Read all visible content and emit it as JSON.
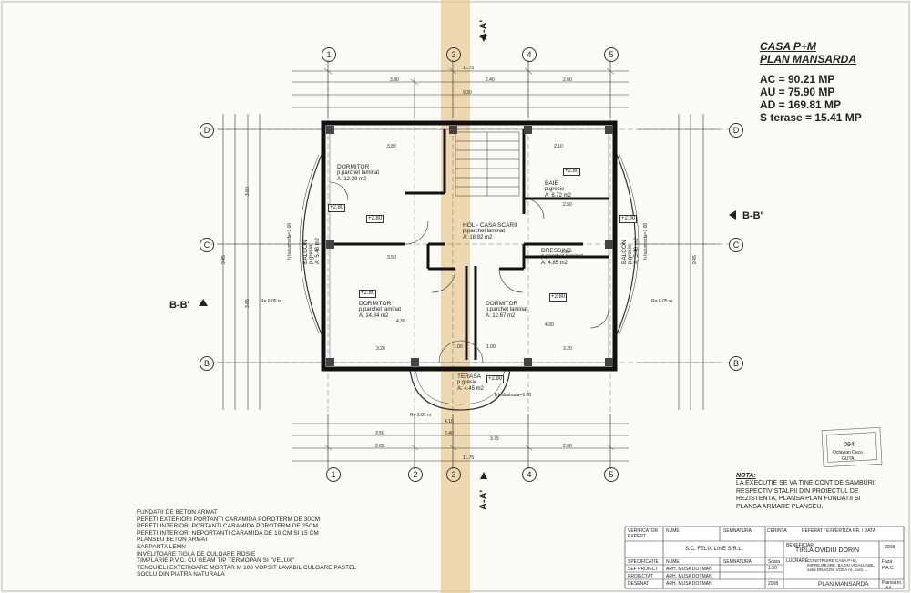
{
  "title": {
    "line1": "CASA  P+M",
    "line2": "PLAN MANSARDA",
    "ac": "AC =   90.21 MP",
    "au": "AU =   75.90 MP",
    "ad": "AD = 169.81 MP",
    "st": "S terase = 15.41 MP"
  },
  "axes": {
    "cols": [
      "1",
      "2",
      "3",
      "4",
      "5"
    ],
    "rows": [
      "D",
      "C",
      "B"
    ]
  },
  "sections": {
    "aa_top": "A-A'",
    "aa_bottom": "A-A'",
    "bb_left": "B-B'",
    "bb_right": "B-B'"
  },
  "rooms": {
    "dorm1": {
      "name": "DORMITOR",
      "floor": "p.parchet laminat",
      "area": "A: 12.29 m2"
    },
    "baie": {
      "name": "BAIE",
      "floor": "p.gresie",
      "area": "A: 8.72 m2"
    },
    "hol": {
      "name": "HOL - CASA SCARII",
      "floor": "p.parchet laminat",
      "area": "A: 18.92 m2"
    },
    "dressing": {
      "name": "DRESSING",
      "floor": "p.parchet laminat",
      "area": "A: 4.85 m2"
    },
    "dorm2": {
      "name": "DORMITOR",
      "floor": "p.parchet laminat",
      "area": "A: 14.84 m2"
    },
    "dorm3": {
      "name": "DORMITOR",
      "floor": "p.parchet laminat",
      "area": "A: 12.67 m2"
    },
    "terasa": {
      "name": "TERASA",
      "floor": "p.gresie",
      "area": "A: 4.45 m2"
    },
    "balcon_l": {
      "name": "BALCON",
      "floor": "p.gresie",
      "area": "A: 5.48 m2"
    },
    "balcon_r": {
      "name": "BALCON",
      "floor": "p.gresie",
      "area": "A: 5.48 m2"
    }
  },
  "levels": {
    "l1": "+2.80",
    "l2": "+2.80",
    "l3": "+2.80",
    "l4": "+2.80",
    "l5": "+2.80",
    "l6": "+2.80",
    "l7": "+2.80"
  },
  "dims": {
    "top_total": "11.75",
    "top_a": "3.90",
    "top_b": "2.40",
    "top_c": "2.60",
    "top_row3": "9.30",
    "bot_total": "11.75",
    "bot_a": "3.50",
    "bot_b": "2.40",
    "bot_c": "3.75",
    "bot_d": "2.65",
    "bot_e": "2.60",
    "bot_f": "4.10",
    "left_total": "9.45",
    "left_a": "3.80",
    "left_b": "3.65",
    "right_total": "9.45",
    "r1": "R= 6.05 m",
    "r2": "R= 6.05 m",
    "r3": "R= 2.81 m",
    "h_bal_l": "h balustrada=1.00",
    "h_bal_r": "h balustrada=1.00",
    "h_bal_b": "h balustrada=1.00",
    "in_a": "3.80",
    "in_b": "3.50",
    "in_c": "2.10",
    "in_d": "2.50",
    "in_e": "2.50",
    "in_f": "3.20",
    "in_g": "3.20",
    "in_h": "4.30",
    "in_i": "4.30",
    "in_j": "1.00",
    "in_k": "1.00"
  },
  "notes": [
    "FUNDATII DE BETON ARMAT",
    "PERETI EXTERIORI PORTANTI CARAMIDA POROTERM DE 30CM",
    "PERETI INTERIORI PORTANTI CARAMIDA POROTERM DE 25CM",
    "PERETI INTERIORI NEPORTANTI CARAMIDA DE 10 CM SI 15 CM",
    "PLANSEU BETON ARMAT",
    "SARPANTA LEMN",
    "INVELITOARE TIGLA DE CULOARE ROSIE",
    "TIMPLARIE P.V.C. CU GEAM TIP TERMOPAN SI \"VELUX\"",
    "TENCUIELI EXTERIOARE MORTAR M 100 VOPSIT LAVABIL CULOARE PASTEL",
    "  SOCLU DIN PIATRA NATURALA"
  ],
  "nota": {
    "heading": "NOTA:",
    "body": [
      "LA EXECUTIE SE VA TINE CONT DE SAMBURII",
      "RESPECTIV STALPII  DIN PROIECTUL DE",
      "REZISTENTA, PLANSA PLAN FUNDATII SI",
      "PLANSA ARMARE PLANSEU."
    ]
  },
  "stamp": {
    "code": "094",
    "name": "Octavian Ducu",
    "sub": "GUTA"
  },
  "cartouche": {
    "verificator": "VERIFICATOR\nEXPERT",
    "nume_h": "NUME",
    "semnatura_h": "SEMNATURA",
    "cerinta_h": "CERINTA",
    "referat": "REFERAT / EXPERTIZA NR. / DATA",
    "firm": "S.C. FELIX LINE S.R.L.",
    "beneficiar_lbl": "BENEFICIAR:",
    "beneficiar": "TIRLA OVIDIU DORIN",
    "specificatie": "SPECIFICATIE",
    "nume2": "NUME",
    "semnatura2": "SEMNATURA",
    "scara_lbl": "Scara",
    "scara": "1:50",
    "lucrare_lbl": "LUCRARE:",
    "lucrare": "CONSTRUIRE CASA P+M,\nIMPREJMUIRE, BAZIN VIDANJABIL\nsatul DRAGOS VODA nr., com. ...",
    "sef": "SEF PROIECT",
    "arh1": "ARH. MUSA DOTMAN",
    "proiectat": "PROIECTAT",
    "arh2": "ARH. MUSA DOTMAN",
    "desenat": "DESENAT",
    "arh3": "ARH. MUSA DOTMAN",
    "data": "2008",
    "plansa": "PLAN MANSARDA",
    "faza_lbl": "Faza",
    "faza": "P.A.C.",
    "nr_lbl": "Plansa nr.",
    "nr": "A4",
    "year": "2008"
  }
}
